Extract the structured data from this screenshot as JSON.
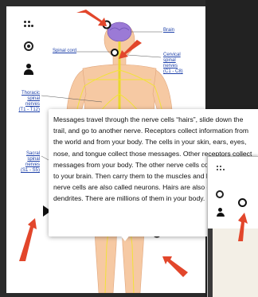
{
  "labels": {
    "brain": "Brain",
    "spinal_cord": "Spinal cord",
    "cervical": [
      "Cervical",
      "spinal",
      "nerves",
      "(C1 - C8)"
    ],
    "thoracic": [
      "Thoracic",
      "spinal",
      "nerves",
      "(T1 - T12)"
    ],
    "sacral": [
      "Sacral",
      "spinal",
      "nerves",
      "(S1 - S5)"
    ]
  },
  "tooltip": {
    "text": "Messages travel through the nerve cells “hairs”, slide down the trail, and go to another nerve. Receptors collect information from the world and from your body. The cells in your skin, ears, eyes, nose, and tongue collect those messages. Other receptors collect messages from your body. The other nerve cells collect messages to your brain. Then carry them to the muscles and body parts. The nerve cells are also called neurons. Hairs are also called dendrites. There are millions of them in your body."
  },
  "toolbar": {
    "icons": [
      "menu-dots-icon",
      "target-icon",
      "person-icon",
      "play-icon"
    ]
  },
  "colors": {
    "panel_bg": "#ffffff",
    "dark_bg": "#2b2b2b",
    "link_blue": "#1c3fa8",
    "nerve_yellow": "#f2e23a",
    "skin": "#f6c9a3",
    "brain_purple": "#9b7ad6",
    "arrow_red": "#e2462b"
  }
}
